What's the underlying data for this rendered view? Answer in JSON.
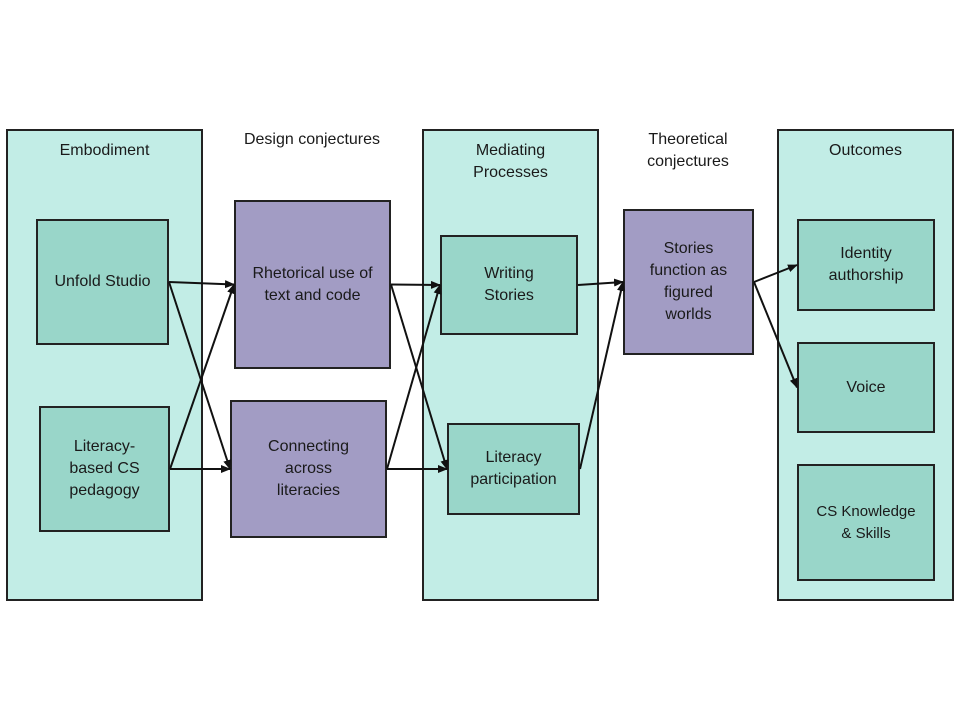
{
  "columns": {
    "embodiment": "Embodiment",
    "design_conjectures": "Design conjectures",
    "mediating_processes": "Mediating\nProcesses",
    "theoretical_conjectures": "Theoretical\nconjectures",
    "outcomes": "Outcomes"
  },
  "nodes": {
    "unfold_studio": "Unfold Studio",
    "literacy_cs_pedagogy": "Literacy-\nbased CS\npedagogy",
    "rhetorical_use": "Rhetorical use of\ntext and code",
    "connecting_literacies": "Connecting\nacross\nliteracies",
    "writing_stories": "Writing\nStories",
    "literacy_participation": "Literacy\nparticipation",
    "stories_figured_worlds": "Stories\nfunction as\nfigured\nworlds",
    "identity_authorship": "Identity\nauthorship",
    "voice": "Voice",
    "cs_knowledge": "CS Knowledge\n& Skills"
  },
  "colors": {
    "column_fill": "#c2ede6",
    "green_box": "#99d6c9",
    "purple_box": "#a29cc4",
    "stroke": "#222222"
  },
  "edges": [
    [
      "unfold_studio",
      "rhetorical_use"
    ],
    [
      "unfold_studio",
      "connecting_literacies"
    ],
    [
      "literacy_cs_pedagogy",
      "rhetorical_use"
    ],
    [
      "literacy_cs_pedagogy",
      "connecting_literacies"
    ],
    [
      "rhetorical_use",
      "writing_stories"
    ],
    [
      "rhetorical_use",
      "literacy_participation"
    ],
    [
      "connecting_literacies",
      "writing_stories"
    ],
    [
      "connecting_literacies",
      "literacy_participation"
    ],
    [
      "writing_stories",
      "stories_figured_worlds"
    ],
    [
      "literacy_participation",
      "stories_figured_worlds"
    ],
    [
      "stories_figured_worlds",
      "identity_authorship"
    ],
    [
      "stories_figured_worlds",
      "voice"
    ]
  ]
}
